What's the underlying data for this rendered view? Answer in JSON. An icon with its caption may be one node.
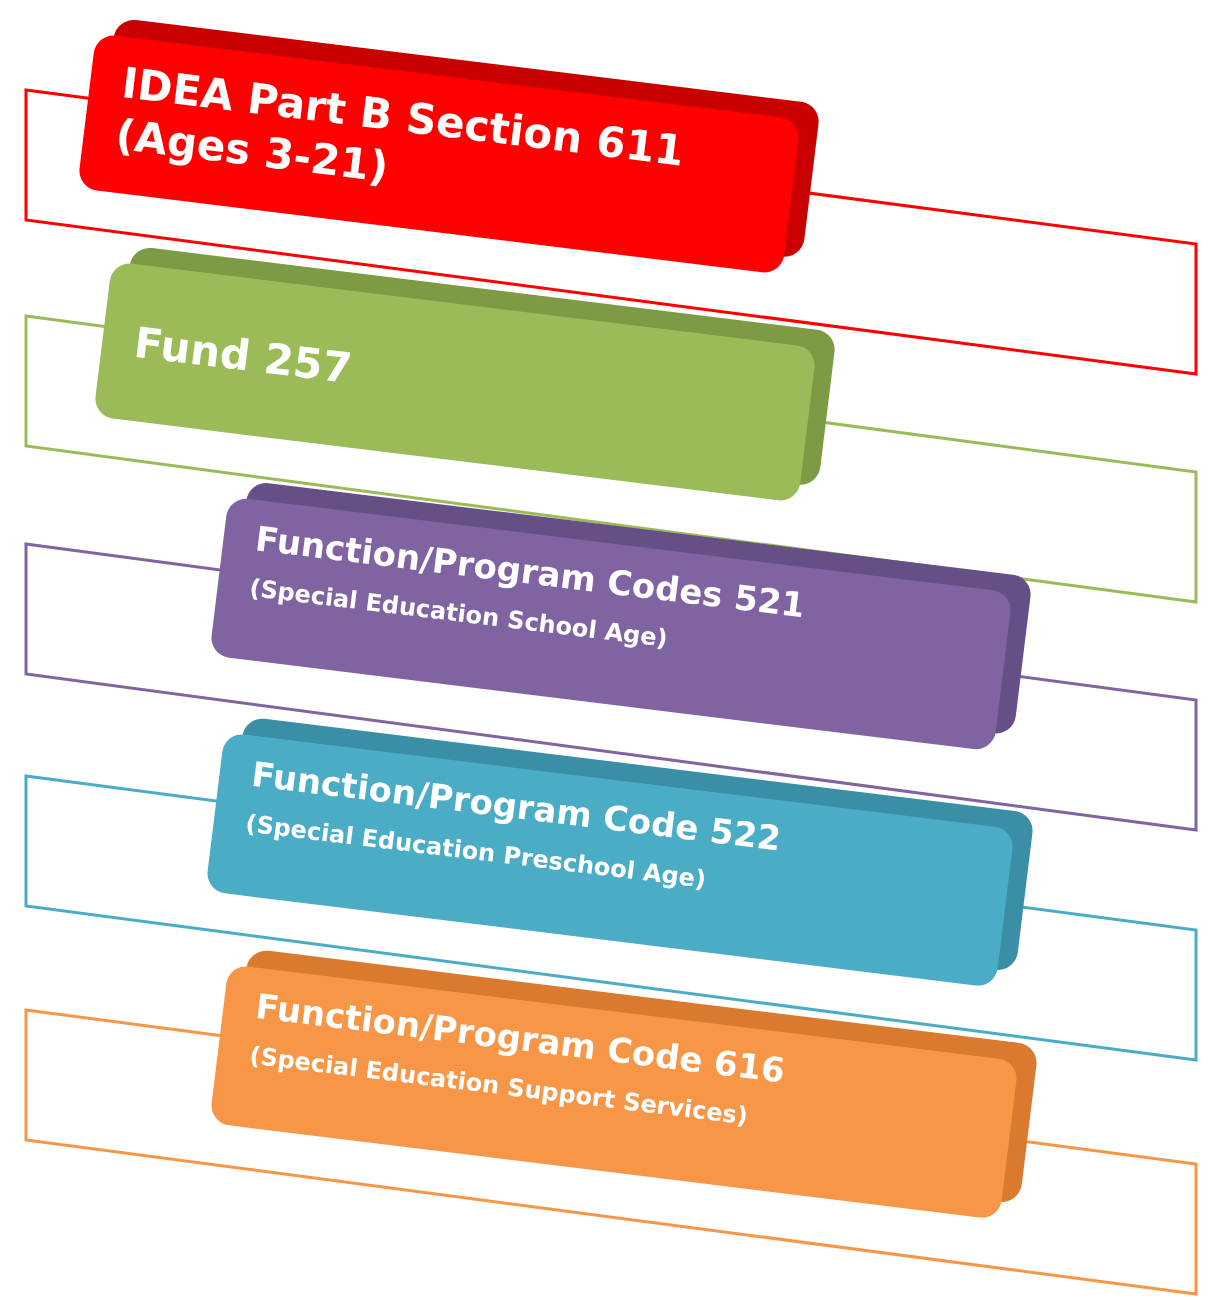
{
  "diagram": {
    "nodes": [
      {
        "text": [
          "IDEA Part B Section 611 (Ages 3-21)"
        ]
      },
      {
        "text": [
          "Fund 257"
        ]
      },
      {
        "text": [
          "Function/Program Codes 521",
          "(Special Education School Age)"
        ]
      },
      {
        "text": [
          "Function/Program Code 522",
          "(Special Education Preschool Age)"
        ]
      },
      {
        "text": [
          "Function/Program Code 616",
          "(Special Education Support Services)"
        ]
      }
    ],
    "edges": []
  }
}
